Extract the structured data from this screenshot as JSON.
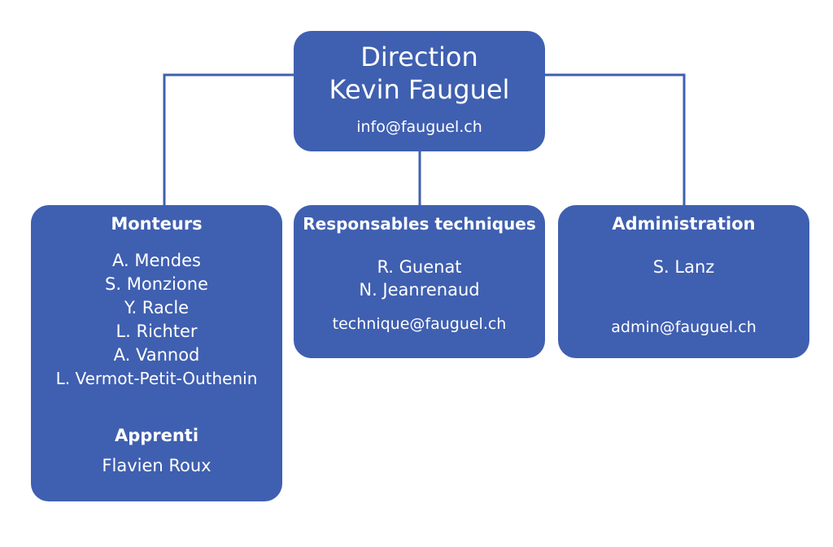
{
  "colors": {
    "box": "#3f5fb0",
    "line": "#3f5fb0",
    "text": "#ffffff"
  },
  "direction": {
    "title": "Direction",
    "name": "Kevin Fauguel",
    "email": "info@fauguel.ch"
  },
  "monteurs": {
    "title": "Monteurs",
    "members": [
      "A. Mendes",
      "S. Monzione",
      "Y. Racle",
      "L. Richter",
      "A. Vannod",
      "L. Vermot-Petit-Outhenin"
    ],
    "apprenti_title": "Apprenti",
    "apprenti": "Flavien Roux"
  },
  "tech": {
    "title": "Responsables techniques",
    "members": [
      "R. Guenat",
      "N. Jeanrenaud"
    ],
    "email": "technique@fauguel.ch"
  },
  "admin": {
    "title": "Administration",
    "members": [
      "S. Lanz"
    ],
    "email": "admin@fauguel.ch"
  }
}
